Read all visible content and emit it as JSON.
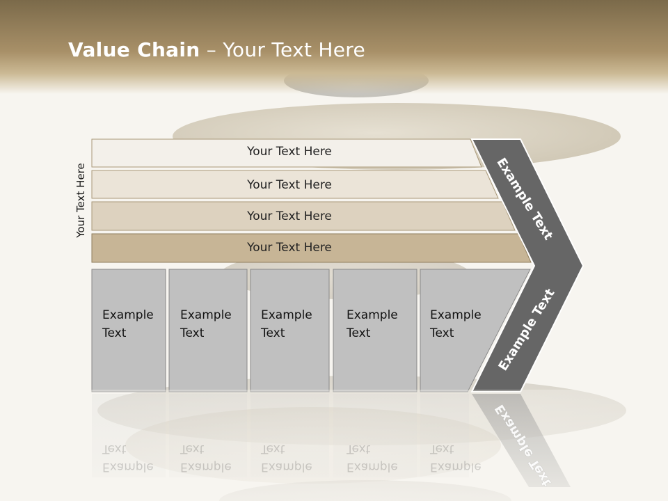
{
  "slide": {
    "title_bold": "Value Chain",
    "title_rest": " – Your Text Here"
  },
  "diagram": {
    "side_label": "Your Text Here",
    "bands": [
      "Your Text Here",
      "Your Text Here",
      "Your Text Here",
      "Your Text Here"
    ],
    "boxes": [
      {
        "line1": "Example",
        "line2": "Text"
      },
      {
        "line1": "Example",
        "line2": "Text"
      },
      {
        "line1": "Example",
        "line2": "Text"
      },
      {
        "line1": "Example",
        "line2": "Text"
      },
      {
        "line1": "Example",
        "line2": "Text"
      }
    ],
    "chevron_upper": "Example Text",
    "chevron_lower": "Example Text"
  },
  "colors": {
    "band1": "#f3f0ea",
    "band2": "#ebe4d8",
    "band3": "#ddd2bf",
    "band4": "#c7b596",
    "box": "#c0c0c0",
    "chevron": "#666666"
  }
}
